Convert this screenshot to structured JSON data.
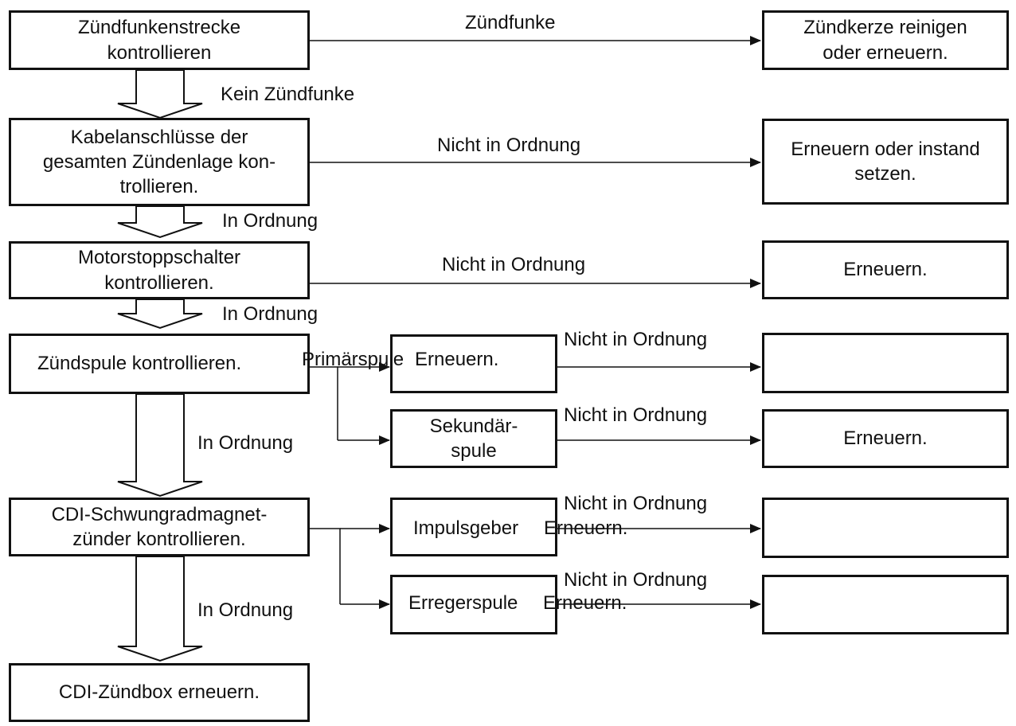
{
  "steps": {
    "spark_gap": "Zündfunkenstrecke\nkontrollieren",
    "wiring": "Kabelanschlüsse der\ngesamten Zündenlage kon-\ntrollieren.",
    "stop_switch": "Motorstoppschalter\nkontrollieren.",
    "coil": "Zündspule kontrollieren.",
    "cdi_magneto": "CDI-Schwungradmagnet-\nzünder kontrollieren.",
    "cdi_box": "CDI-Zündbox erneuern."
  },
  "sub_checks": {
    "primary": "Primärspule",
    "secondary": "Sekundär-\nspule",
    "pulser": "Impulsgeber",
    "exciter": "Erregerspule"
  },
  "overflow_text": {
    "primary_renew": "Erneuern.",
    "pulser_renew": "Erneuern.",
    "exciter_renew": "Erneuern."
  },
  "actions": {
    "plug": "Zündkerze reinigen\noder erneuern.",
    "repair": "Erneuern oder instand\nsetzen.",
    "renew_switch": "Erneuern.",
    "primary_result": "",
    "renew_secondary": "Erneuern.",
    "pulser_result": "",
    "exciter_result": ""
  },
  "labels": {
    "spark": "Zündfunke",
    "no_spark": "Kein Zündfunke",
    "nok_1": "Nicht in Ordnung",
    "ok_1": "In Ordnung",
    "nok_2": "Nicht in Ordnung",
    "ok_2": "In Ordnung",
    "nok_3": "Nicht in Ordnung",
    "nok_4": "Nicht in Ordnung",
    "ok_3": "In Ordnung",
    "nok_5": "Nicht in Ordnung",
    "nok_6": "Nicht in Ordnung",
    "ok_4": "In Ordnung"
  }
}
